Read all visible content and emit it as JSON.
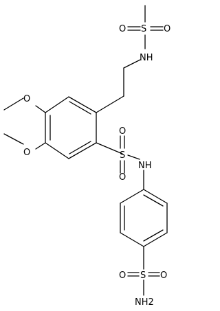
{
  "molecule": {
    "atoms": {
      "ms_o1": "O",
      "ms_s": "S",
      "ms_o2": "O",
      "ms_nh": "NH",
      "ome1_o": "O",
      "ome2_o": "O",
      "so2_o1": "O",
      "so2_s": "S",
      "so2_o2": "O",
      "so2_nh": "NH",
      "sa_o1": "O",
      "sa_s": "S",
      "sa_o2": "O",
      "sa_nh2": "NH2"
    }
  },
  "colors": {
    "bond": "#000000",
    "label": "#000000",
    "background": "#ffffff"
  }
}
